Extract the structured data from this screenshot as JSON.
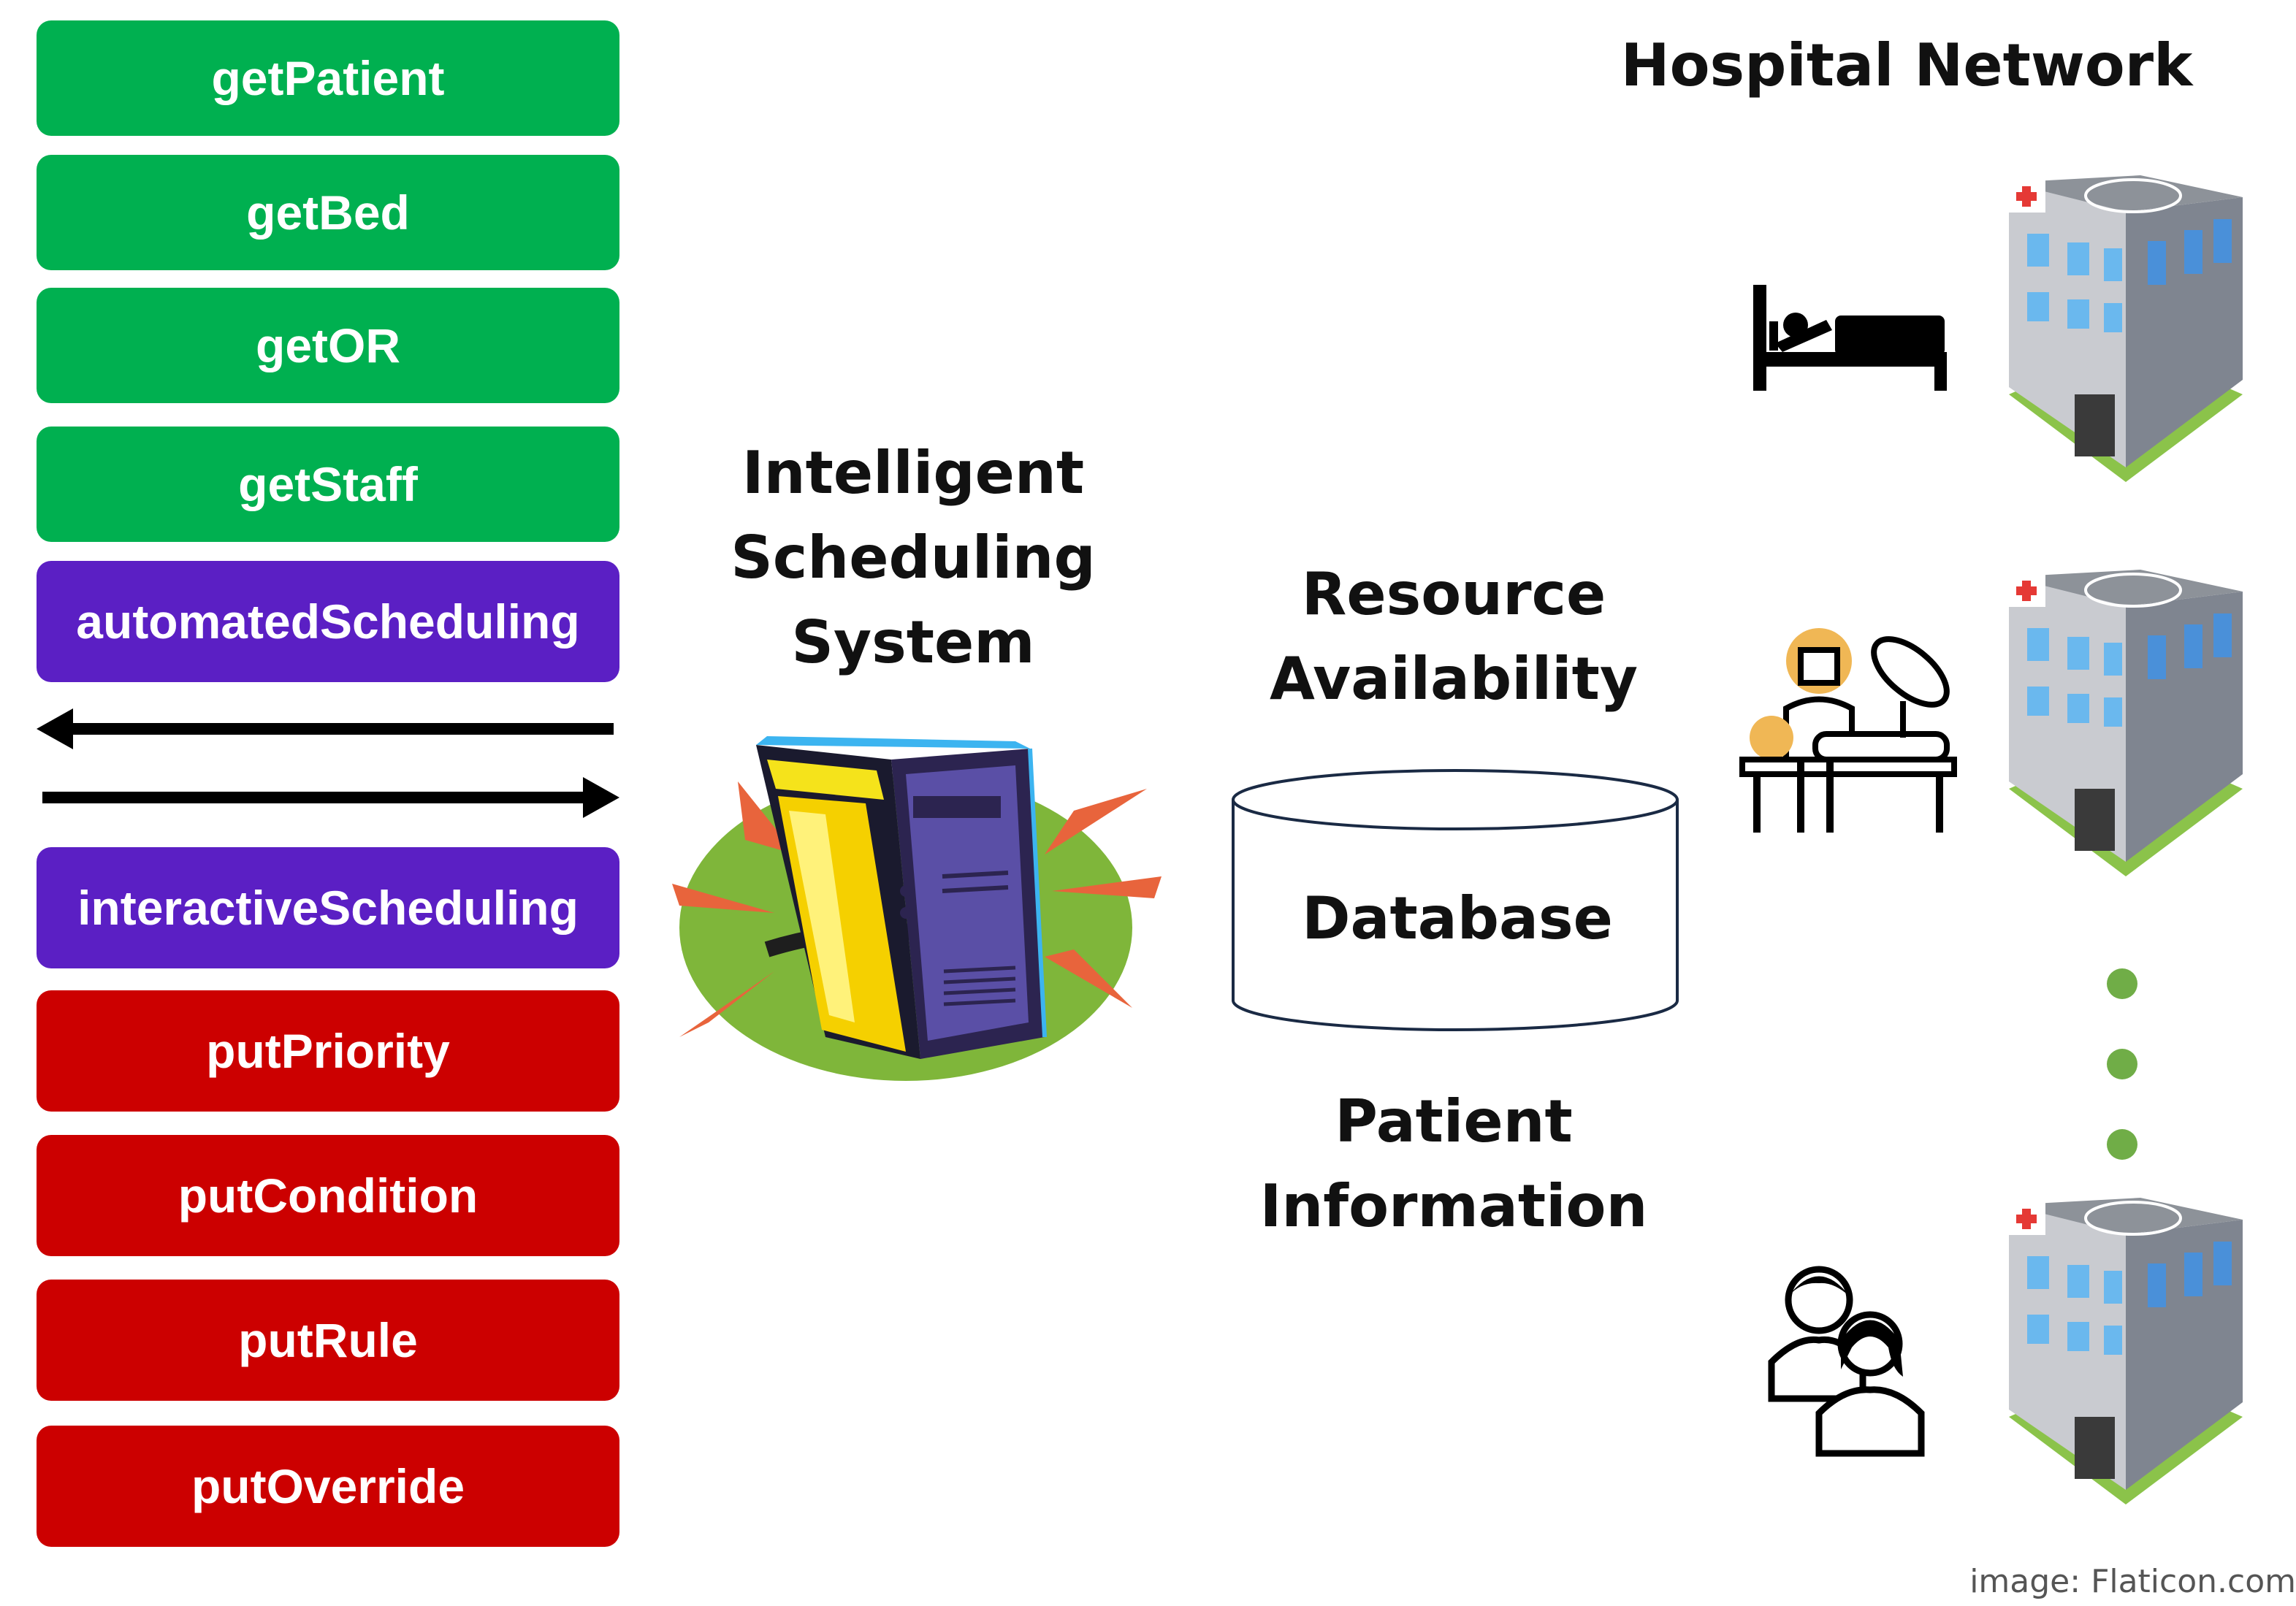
{
  "api_buttons": {
    "get_patient": "getPatient",
    "get_bed": "getBed",
    "get_or": "getOR",
    "get_staff": "getStaff",
    "automated_scheduling": "automatedScheduling",
    "interactive_scheduling": "interactiveScheduling",
    "put_priority": "putPriority",
    "put_condition": "putCondition",
    "put_rule": "putRule",
    "put_override": "putOverride"
  },
  "system_title": "Intelligent\nScheduling\nSystem",
  "resource_label": "Resource\nAvailability",
  "database_label": "Database",
  "patient_label": "Patient\nInformation",
  "hospital_network_title": "Hospital Network",
  "credit": "image: Flaticon.com",
  "colors": {
    "get_green": "#00b050",
    "schedule_purple": "#5b1fc4",
    "put_red": "#cc0000",
    "ellipsis_green": "#70ad47"
  },
  "icons": [
    "hospital-bed-icon",
    "surgeon-icon",
    "doctors-icon",
    "hospital-building-icon",
    "server-tower-icon"
  ]
}
